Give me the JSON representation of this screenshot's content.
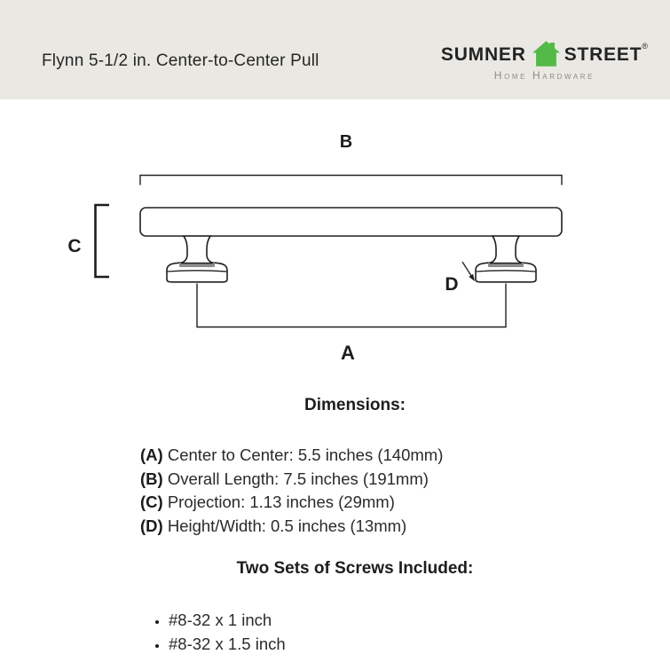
{
  "header": {
    "title": "Flynn 5-1/2 in. Center-to-Center Pull",
    "logo": {
      "word1": "SUMNER",
      "word2": "STREET",
      "registered": "®",
      "tagline": "Home Hardware",
      "house_icon": "house-icon"
    }
  },
  "diagram": {
    "labels": {
      "a": "A",
      "b": "B",
      "c": "C",
      "d": "D"
    }
  },
  "dimensions": {
    "heading": "Dimensions:",
    "items": [
      {
        "label": "(A)",
        "text": "Center to Center: 5.5 inches (140mm)"
      },
      {
        "label": "(B)",
        "text": "Overall Length: 7.5 inches (191mm)"
      },
      {
        "label": "(C)",
        "text": "Projection: 1.13 inches (29mm)"
      },
      {
        "label": "(D)",
        "text": "Height/Width: 0.5 inches (13mm)"
      }
    ]
  },
  "screws": {
    "heading": "Two Sets of Screws Included:",
    "items": [
      "#8-32 x 1 inch",
      "#8-32 x 1.5 inch"
    ]
  },
  "colors": {
    "header_bg": "#e9e8e3",
    "logo_green": "#55b948",
    "tagline_gray": "#8d8d88",
    "line_color": "#202020",
    "text_color": "#1d1d1d"
  }
}
